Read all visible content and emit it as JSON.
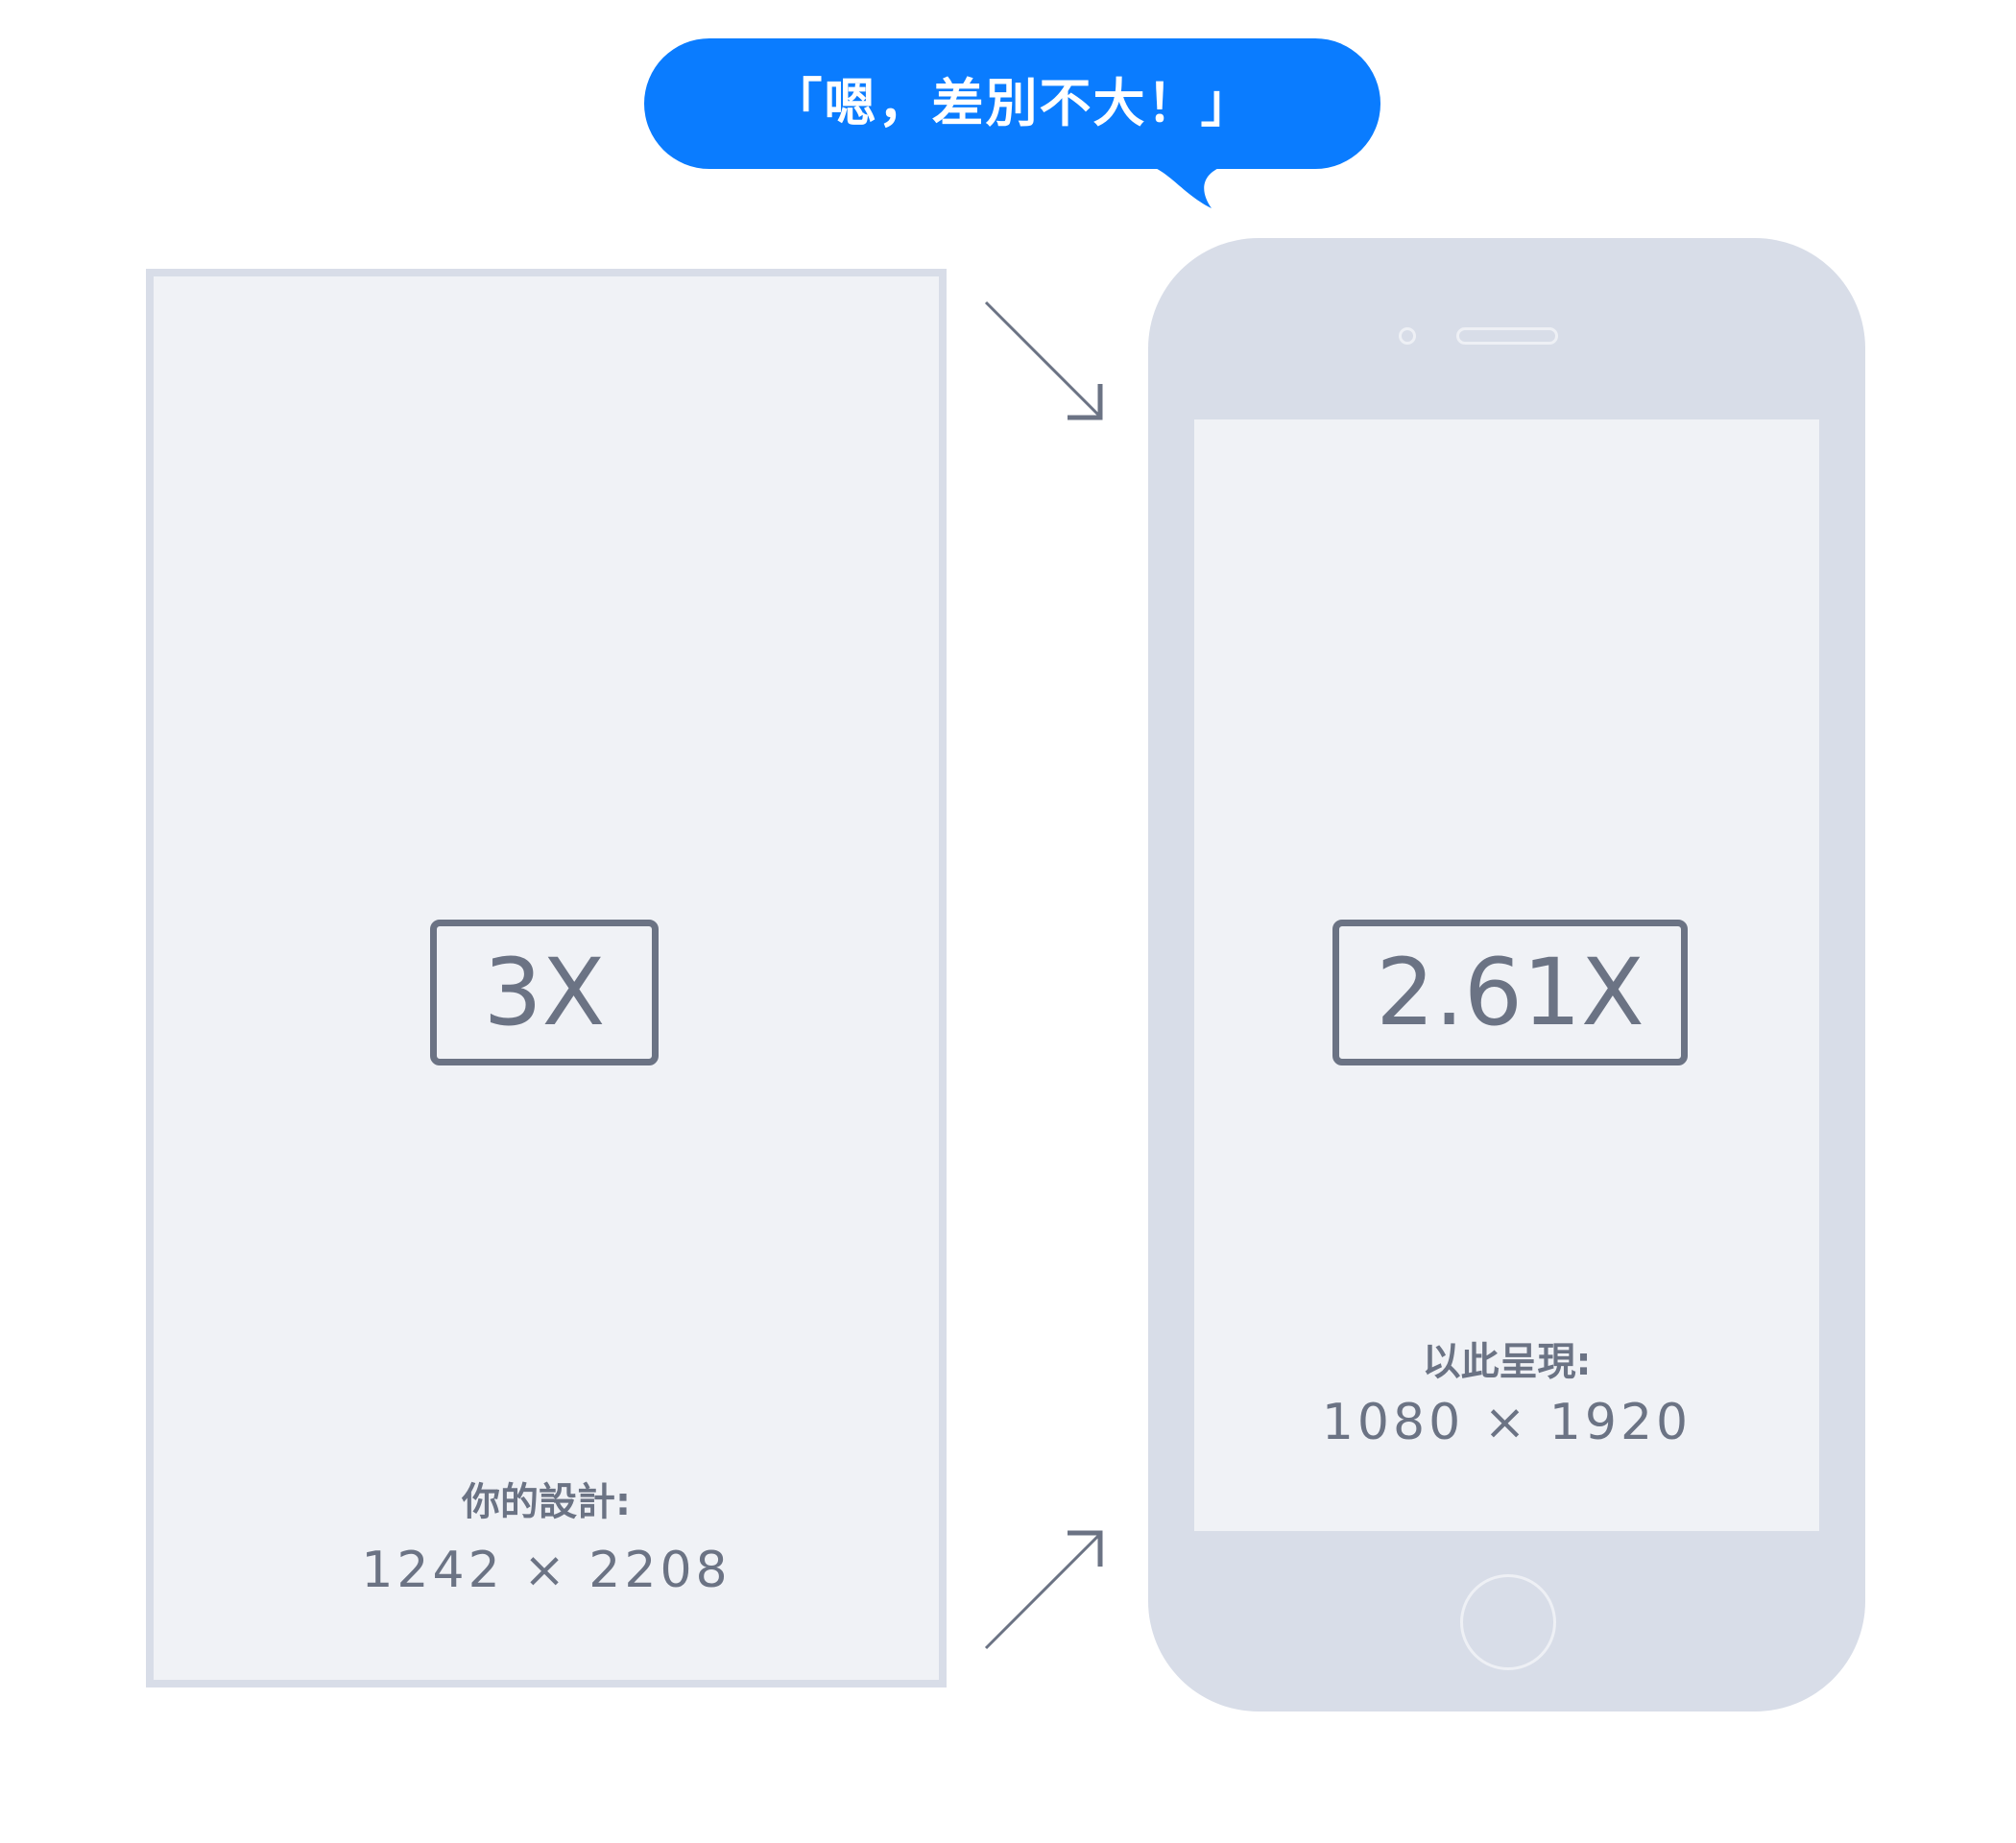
{
  "bubble": {
    "text": "「嗯，差別不大！」",
    "color": "#0a7cff"
  },
  "design": {
    "scale_label": "3X",
    "caption": "你的設計:",
    "dimensions": "1242 × 2208"
  },
  "device": {
    "scale_label": "2.61X",
    "caption": "以此呈現:",
    "dimensions": "1080 × 1920"
  },
  "arrows": [
    {
      "name": "arrow-down-right",
      "direction": "down-right"
    },
    {
      "name": "arrow-up-right",
      "direction": "up-right"
    }
  ],
  "colors": {
    "accent": "#0a7cff",
    "frame_fill": "#f0f2f6",
    "frame_border": "#d8dde8",
    "ink": "#6b7384"
  }
}
